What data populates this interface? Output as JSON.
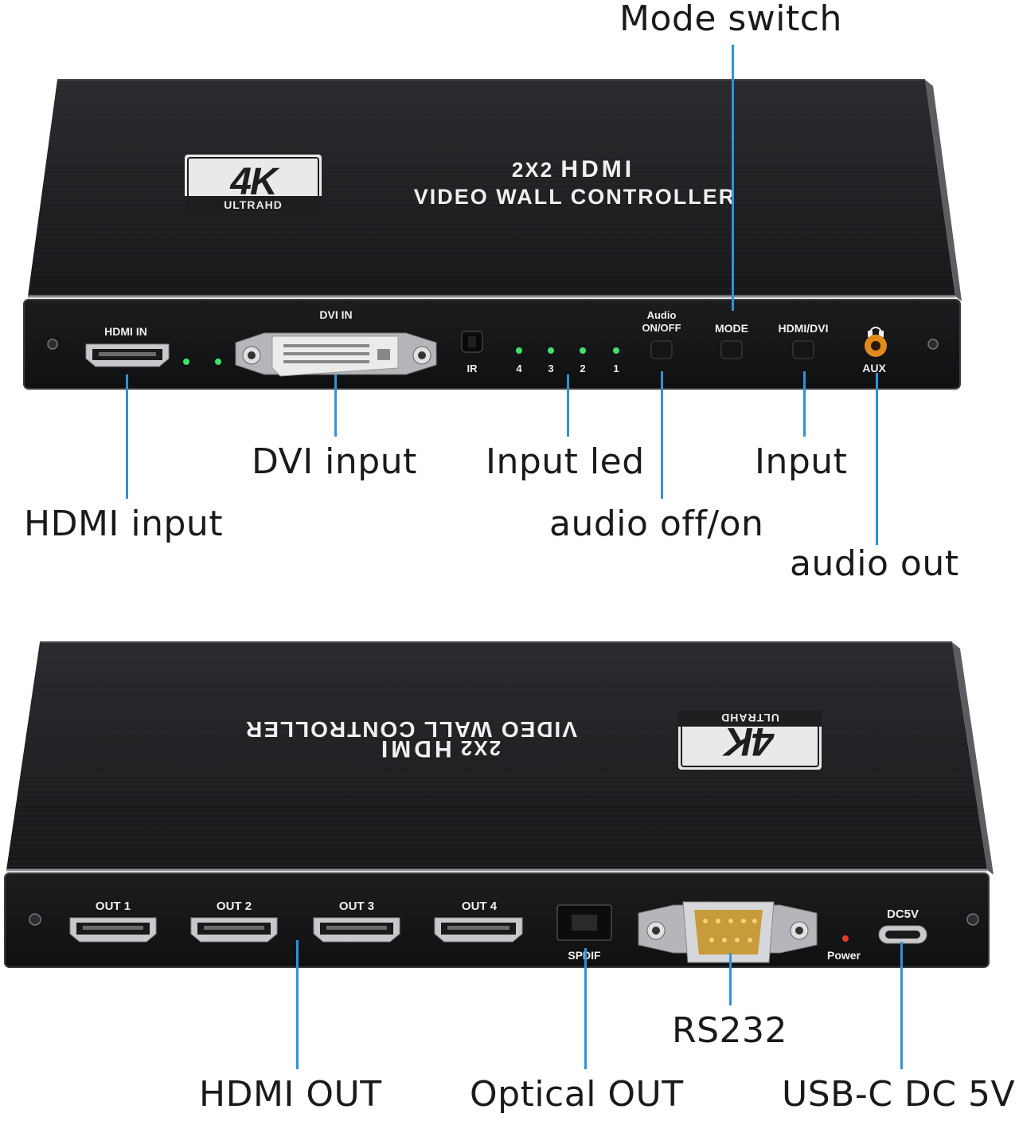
{
  "colors": {
    "callout_line": "#2f93d8",
    "device_body": "#1d1e20",
    "led": "#3ee36a",
    "power_led": "#e53a2a",
    "aux_jack": "#e08a1c"
  },
  "top_unit": {
    "logo": {
      "big": "4K",
      "small": "ULTRAHD"
    },
    "title_line1_prefix": "2X2 ",
    "title_line1_brand": "HDMI",
    "title_line2": "VIDEO WALL CONTROLLER",
    "ports": {
      "hdmi_in": "HDMI IN",
      "dvi_in": "DVI IN",
      "ir": "IR",
      "led_labels": [
        "4",
        "3",
        "2",
        "1"
      ],
      "audio_onoff_l1": "Audio",
      "audio_onoff_l2": "ON/OFF",
      "mode": "MODE",
      "hdmi_dvi": "HDMI/DVI",
      "aux": "AUX"
    }
  },
  "bottom_unit": {
    "logo": {
      "big": "4K",
      "small": "ULTRAHD"
    },
    "title_line1_prefix": "2X2 ",
    "title_line1_brand": "HDMI",
    "title_line2": "VIDEO WALL CONTROLLER",
    "ports": {
      "outputs": [
        "OUT 1",
        "OUT 2",
        "OUT 3",
        "OUT 4"
      ],
      "spdif": "SPDIF",
      "power": "Power",
      "dc5v": "DC5V"
    }
  },
  "callouts": {
    "mode_switch": "Mode switch",
    "dvi_input": "DVI input",
    "hdmi_input": "HDMI input",
    "input_led": "Input led",
    "audio_off_on": "audio off/on",
    "input": "Input",
    "audio_out": "audio out",
    "rs232": "RS232",
    "hdmi_out": "HDMI OUT",
    "optical_out": "Optical OUT",
    "usbc_dc5v": "USB-C DC 5V"
  }
}
